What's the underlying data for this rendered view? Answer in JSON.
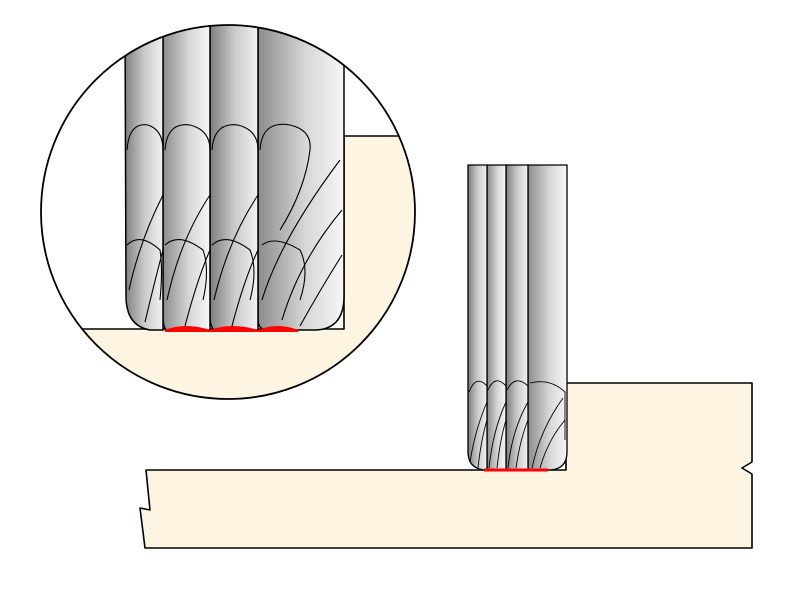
{
  "diagram": {
    "subject": "ball-end-mill-cutting-step",
    "colors": {
      "background": "#ffffff",
      "workpiece": "#fdf5e2",
      "outline": "#000000",
      "contact": "#ff0000",
      "steel_dark": "#8c8c8c",
      "steel_mid": "#d6d6d6",
      "steel_light": "#f7f7f7"
    },
    "main_view": {
      "tool_count": 4,
      "contact_highlight": true
    },
    "magnified_view": {
      "shape": "circle",
      "tool_count": 4,
      "contact_highlight": true
    }
  }
}
